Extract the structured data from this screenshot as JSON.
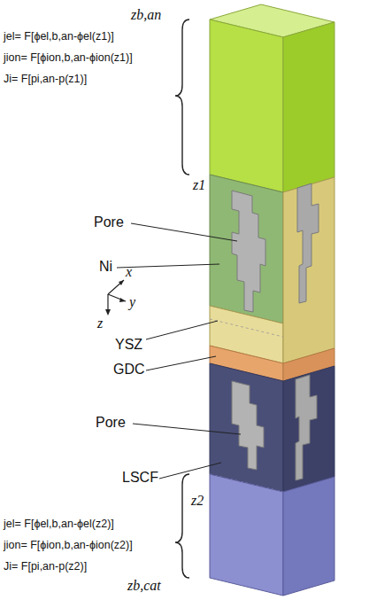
{
  "diagram": {
    "labels": [
      "zb,an",
      "jel= F[ϕel,b,an-ϕel(z1)]",
      "jion= F[ϕion,b,an-ϕion(z1)]",
      "Ji= F[pi,an-p(z1)]",
      "z1",
      "Pore",
      "Ni",
      "x",
      "y",
      "z",
      "YSZ",
      "GDC",
      "Pore",
      "LSCF",
      "z2",
      "jel= F[ϕel,b,an-ϕel(z2)]",
      "jion= F[ϕion,b,an-ϕion(z2)]",
      "Ji= F[pi,an-p(z2)]",
      "zb,cat"
    ]
  }
}
